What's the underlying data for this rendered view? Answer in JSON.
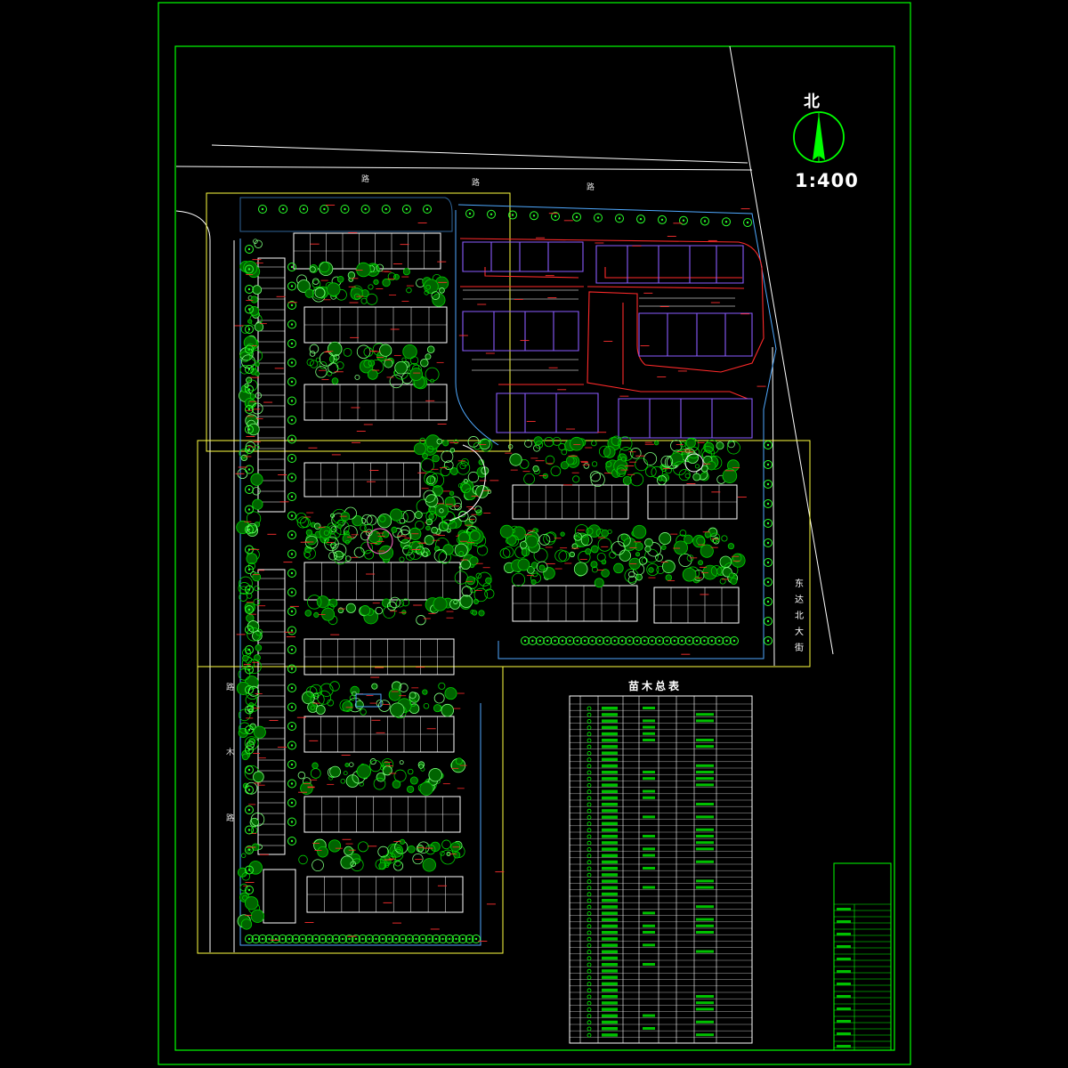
{
  "drawing": {
    "north_label": "北",
    "scale_label": "1:400",
    "plant_table_title": "苗木总表",
    "east_street_label": "东 达 北 大 街",
    "top_road_chars": [
      "路",
      "路",
      "路"
    ],
    "west_road_chars": [
      "路",
      "木",
      "路"
    ]
  },
  "colors": {
    "background": "#000000",
    "frame": "#00ff00",
    "building_outline": "#ffffff",
    "building_existing": "#8a5cff",
    "road_line": "#ff2a2a",
    "vegetation": "#00d000",
    "tree_highlight": "#2aff2a",
    "annotation": "#ff3030",
    "boundary": "#ffff40",
    "road_edge": "#4fa9ff"
  }
}
